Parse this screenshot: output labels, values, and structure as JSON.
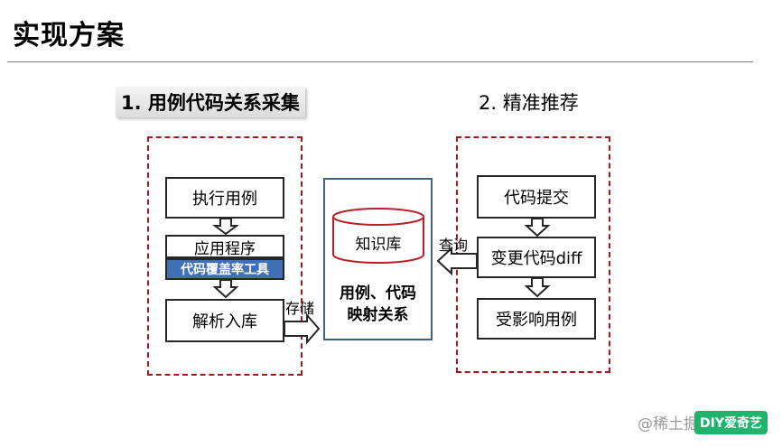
{
  "slide": {
    "title": "实现方案",
    "section1": {
      "title": "1. 用例代码关系采集"
    },
    "section2": {
      "title": "2. 精准推荐"
    },
    "left_flow": {
      "execute": "执行用例",
      "app": "应用程序",
      "coverage_tool": "代码覆盖率工具",
      "parse": "解析入库"
    },
    "knowledge_base": {
      "db_label": "知识库",
      "relation_line1": "用例、代码",
      "relation_line2": "映射关系"
    },
    "arrows": {
      "store": "存储",
      "query": "查询"
    },
    "right_flow": {
      "commit": "代码提交",
      "diff": "变更代码diff",
      "affected": "受影响用例"
    },
    "watermark": "@稀土掘金",
    "badge": "DIY爱奇艺"
  },
  "colors": {
    "dash_red": "#a9161c",
    "blue": "#3f6fb4",
    "kb_border": "#3f6286",
    "db_red": "#b8202a"
  }
}
